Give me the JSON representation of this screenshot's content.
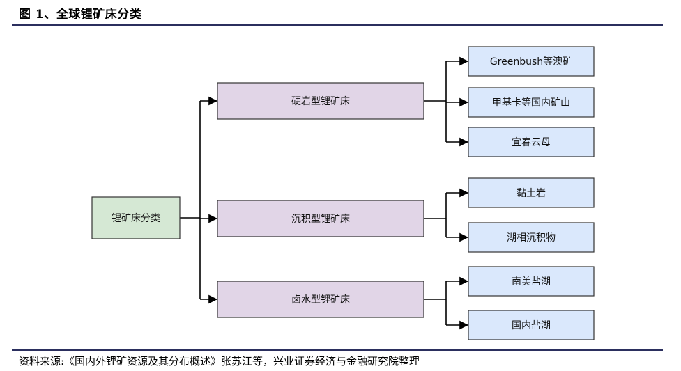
{
  "figure_title": "图 1、全球锂矿床分类",
  "source_note": "资料来源:《国内外锂矿资源及其分布概述》张苏江等，兴业证券经济与金融研究院整理",
  "colors": {
    "root_fill": "#d5e8d4",
    "level1_fill": "#e1d5e7",
    "level2_fill": "#dae8fc",
    "border": "#333333",
    "rule": "#2b2f5e"
  },
  "diagram": {
    "root": "锂矿床分类",
    "categories": [
      {
        "label": "硬岩型锂矿床",
        "children": [
          "Greenbush等澳矿",
          "甲基卡等国内矿山",
          "宜春云母"
        ]
      },
      {
        "label": "沉积型锂矿床",
        "children": [
          "黏土岩",
          "湖相沉积物"
        ]
      },
      {
        "label": "卤水型锂矿床",
        "children": [
          "南美盐湖",
          "国内盐湖"
        ]
      }
    ]
  }
}
